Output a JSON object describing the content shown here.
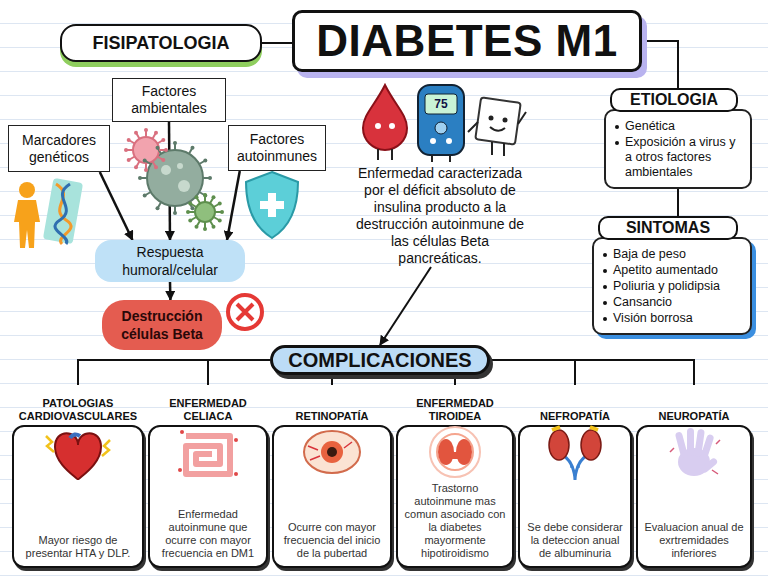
{
  "diagram": {
    "nodes": [
      {
        "text": [
          "DIABETES M1"
        ]
      },
      {
        "text": [
          "FISIPATOLOGIA"
        ]
      },
      {
        "text": [
          "Marcadores genéticos"
        ]
      },
      {
        "text": [
          "Factores ambientales"
        ]
      },
      {
        "text": [
          "Factores autoinmunes"
        ]
      },
      {
        "text": [
          "Respuesta humoral/celular"
        ]
      },
      {
        "text": [
          "Destrucción células Beta"
        ]
      },
      {
        "text": [
          "Enfermedad caracterizada por el déficit absoluto de insulina producto a la destrucción autoinmune de las células Beta pancreáticas."
        ]
      },
      {
        "text": [
          "ETIOLOGIA",
          "Genética",
          "Exposición a virus y a otros factores ambientales"
        ]
      },
      {
        "text": [
          "SINTOMAS",
          "Baja de peso",
          "Apetito aumentado",
          "Poliuria y polidipsia",
          "Cansancio",
          "Visión borrosa"
        ]
      },
      {
        "text": [
          "COMPLICACIONES"
        ]
      },
      {
        "text": [
          "PATOLOGIAS CARDIOVASCULARES",
          "Mayor riesgo de presentar HTA y DLP."
        ]
      },
      {
        "text": [
          "ENFERMEDAD CELIACA",
          "Enfermedad autoinmune que ocurre con mayor frecuencia en DM1"
        ]
      },
      {
        "text": [
          "RETINOPATÍA",
          "Ocurre con mayor frecuencia del inicio de la pubertad"
        ]
      },
      {
        "text": [
          "ENFERMEDAD TIROIDEA",
          "Trastorno autoinmune mas comun asociado con la diabetes mayormente hipotiroidismo"
        ]
      },
      {
        "text": [
          "NEFROPATÍA",
          "Se debe considerar la deteccion anual de albuminuria"
        ]
      },
      {
        "text": [
          "NEUROPATÍA",
          "Evaluacion anual de exrtremidades inferiores"
        ]
      }
    ],
    "edges": [
      {
        "from": 0,
        "to": 1,
        "arrow": "none"
      },
      {
        "from": 0,
        "to": 8,
        "arrow": "none"
      },
      {
        "from": 8,
        "to": 9,
        "arrow": "none"
      },
      {
        "from": 2,
        "to": 5,
        "arrow": "to"
      },
      {
        "from": 3,
        "to": 5,
        "arrow": "to"
      },
      {
        "from": 4,
        "to": 5,
        "arrow": "to"
      },
      {
        "from": 5,
        "to": 6,
        "arrow": "to"
      },
      {
        "from": 7,
        "to": 10,
        "arrow": "to"
      },
      {
        "from": 10,
        "to": 11,
        "arrow": "none"
      },
      {
        "from": 10,
        "to": 12,
        "arrow": "none"
      },
      {
        "from": 10,
        "to": 13,
        "arrow": "none"
      },
      {
        "from": 10,
        "to": 14,
        "arrow": "none"
      },
      {
        "from": 10,
        "to": 15,
        "arrow": "none"
      },
      {
        "from": 10,
        "to": 16,
        "arrow": "none"
      }
    ],
    "labels": [
      "75"
    ]
  }
}
